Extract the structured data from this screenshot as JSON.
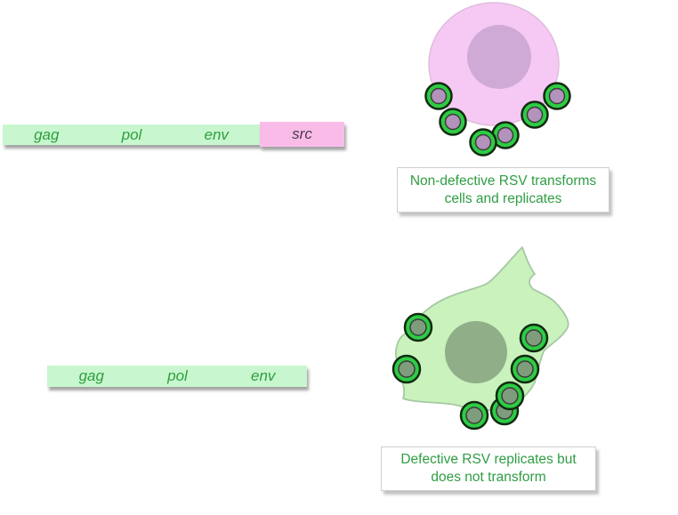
{
  "page": {
    "background": "#ffffff",
    "description": "Diagram comparing non-defective and defective RSV genomes and their effect on cells"
  },
  "genome_nondefective": {
    "genes": [
      "gag",
      "pol",
      "env"
    ],
    "oncogene": "src"
  },
  "genome_defective": {
    "genes": [
      "gag",
      "pol",
      "env"
    ]
  },
  "captions": {
    "nondefective": {
      "line1": "Non-defective RSV transforms",
      "line2": "cells and replicates"
    },
    "defective": {
      "line1": "Defective RSV replicates but",
      "line2": "does not transform"
    }
  },
  "cells": {
    "nondefective": {
      "shape": "round cell with nucleus",
      "virus_count": 6
    },
    "defective": {
      "shape": "irregular transformed cell with nucleus",
      "virus_count": 7
    }
  },
  "colors": {
    "gene_bar_green": "#c8f7cf",
    "gene_text_green": "#2f9e3f",
    "src_bar_pink": "#f9bce9",
    "src_text": "#4d3950",
    "caption_green": "#2f9d43",
    "cell_top_fill": "#f6c9f4",
    "cell_top_stroke": "#debcdc",
    "nucleus_top": "#cfaad6",
    "cell_bottom_fill": "#c9f2bd",
    "cell_bottom_stroke": "#a6c8a2",
    "nucleus_bottom": "#90ae88",
    "virus_ring_green": "#2ecc44",
    "virus_outline": "#102b10",
    "virus_core_top": "#b392bb",
    "virus_core_bottom": "#7f9c7c"
  }
}
